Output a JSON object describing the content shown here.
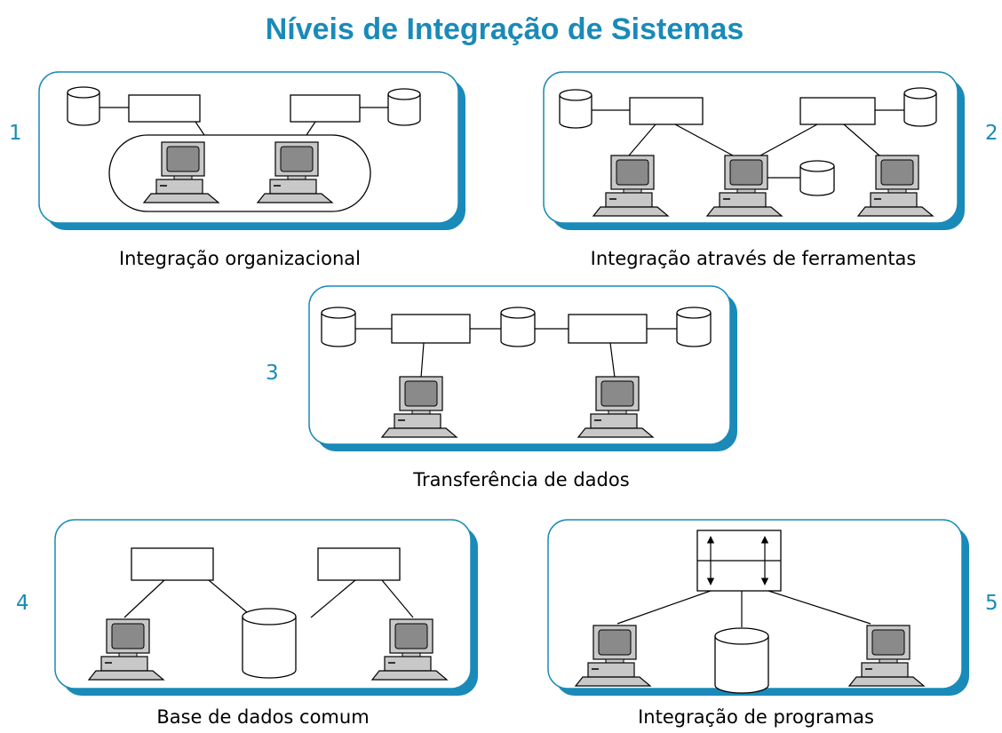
{
  "title": "Níveis de Integração de Sistemas",
  "colors": {
    "accent": "#1a8ab8",
    "panel_shadow": "#1a8ab8",
    "monitor_screen": "#8a8a8a",
    "monitor_body": "#c8c8c8"
  },
  "panels": [
    {
      "number": "1",
      "caption": "Integração organizacional"
    },
    {
      "number": "2",
      "caption": "Integração através de ferramentas"
    },
    {
      "number": "3",
      "caption": "Transferência de dados"
    },
    {
      "number": "4",
      "caption": "Base de dados comum"
    },
    {
      "number": "5",
      "caption": "Integração de programas"
    }
  ],
  "icons": {
    "database": "database-icon",
    "workstation": "workstation-icon",
    "process": "process-box",
    "arrow": "double-arrow-icon"
  }
}
